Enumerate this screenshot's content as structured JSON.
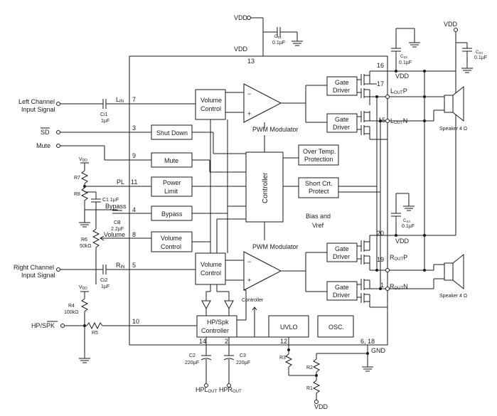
{
  "supply": {
    "vdd": "VDD",
    "gnd": "GND",
    "vdd_small": "V",
    "vdd_small_sub": "DD"
  },
  "pins": {
    "p13": "13",
    "p16": "16",
    "p17": "17",
    "p15": "15",
    "p7": "7",
    "p3": "3",
    "p9": "9",
    "p11": "11",
    "p4": "4",
    "p8": "8",
    "p5": "5",
    "p10": "10",
    "p20": "20",
    "p19": "19",
    "p1": "1",
    "p14": "14",
    "p2": "2",
    "p12": "12",
    "p6_18": "6, 18"
  },
  "inputs": {
    "left_1": "Left Channel",
    "left_2": "Input Signal",
    "right_1": "Right Channel",
    "right_2": "Input Signal",
    "sd": "SD",
    "mute": "Mute",
    "hp_spk_a": "HP/",
    "hp_spk_b": "SPK"
  },
  "signals": {
    "lin": "L",
    "lin_sub": "IN",
    "rin": "R",
    "rin_sub": "IN",
    "pl": "PL",
    "bypass": "Bypass",
    "volume": "Volume",
    "loutp": "L",
    "loutp_sub": "OUT",
    "loutp_suf": "P",
    "loutn": "L",
    "loutn_sub": "OUT",
    "loutn_suf": "N",
    "routp": "R",
    "routp_sub": "OUT",
    "routp_suf": "P",
    "routn": "R",
    "routn_sub": "OUT",
    "routn_suf": "N",
    "hpl": "HPL",
    "hpl_sub": "OUT",
    "hpr": "HPR",
    "hpr_sub": "OUT",
    "controller_small": "Controller"
  },
  "blocks": {
    "volume_control_1": "Volume",
    "volume_control_2": "Control",
    "shut_down": "Shut Down",
    "mute": "Mute",
    "power_limit_1": "Power",
    "power_limit_2": "Limit",
    "bypass": "Bypass",
    "controller": "Controller",
    "over_temp_1": "Over Temp.",
    "over_temp_2": "Protection",
    "short_crt_1": "Short Crt.",
    "short_crt_2": "Protect",
    "bias_1": "Bias and",
    "bias_2": "Vref",
    "gate_driver_1": "Gate",
    "gate_driver_2": "Driver",
    "pwm_modulator": "PWM Modulator",
    "hp_spk_ctrl_1": "HP/Spk",
    "hp_spk_ctrl_2": "Controller",
    "uvlo": "UVLO",
    "osc": "OSC."
  },
  "components": {
    "cs1": "C",
    "cs1_sub": "S1",
    "cs1_val": "0.1µF",
    "cs2": "C",
    "cs2_sub": "S2",
    "cs2_val": "0.1µF",
    "cs3": "C",
    "cs3_sub": "S3",
    "cs3_val": "0.1µF",
    "cs4": "C",
    "cs4_sub": "S4",
    "cs4_val": "0.1µF",
    "ci1": "Ci1",
    "ci1_val": "1µF",
    "ci2": "Ci2",
    "ci2_val": "1µF",
    "c1": "C1",
    "c1_val": "1µF",
    "cb": "CB",
    "cb_val": "2.2µF",
    "c2": "C2",
    "c2_val": "220µF",
    "c3": "C3",
    "c3_val": "220µF",
    "r7": "R7",
    "r8": "R8",
    "r6": "R6",
    "r6_val": "50kΩ",
    "r4": "R4",
    "r4_val": "100kΩ",
    "r5": "R5",
    "r1": "R1",
    "r2": "R2",
    "r3": "R3",
    "speaker": "Speaker 4 Ω"
  }
}
